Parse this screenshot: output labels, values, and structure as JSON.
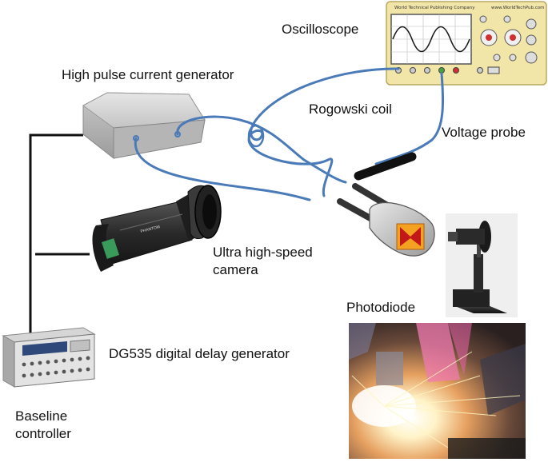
{
  "labels": {
    "oscilloscope": "Oscilloscope",
    "pulse_generator": "High pulse current generator",
    "rogowski_coil": "Rogowski coil",
    "voltage_probe": "Voltage probe",
    "camera_line1": "Ultra high-speed",
    "camera_line2": "camera",
    "photodiode": "Photodiode",
    "delay_generator": "DG535 digital delay generator",
    "controller_line1": "Baseline",
    "controller_line2": "controller"
  },
  "oscilloscope_panel": {
    "brand_left": "World Technical Publishing Company",
    "brand_right": "www.WorldTechPub.com"
  },
  "camera_panel": {
    "brand": "PHANTOM"
  },
  "colors": {
    "cable": "#4a7ab8",
    "wire": "#111111",
    "oscilloscope_body": "#f1e6a8",
    "generator_body": "#c8c8c8",
    "camera_body": "#2a2a2a",
    "welding_glow": "#f07ab0"
  }
}
